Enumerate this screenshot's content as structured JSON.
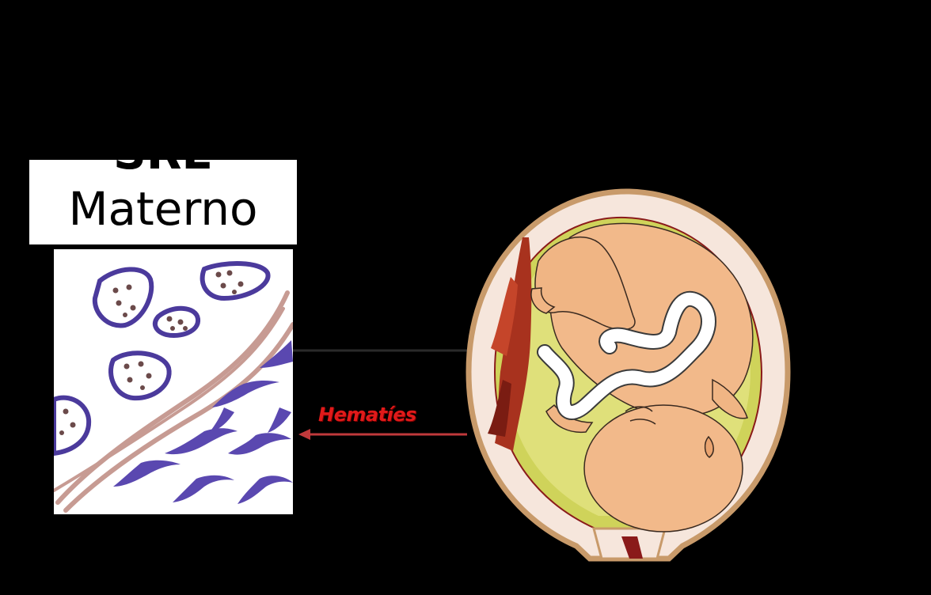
{
  "title": {
    "top_partial": "SRE",
    "main": "Materno"
  },
  "labels": {
    "rbc": "Hematíes"
  },
  "colors": {
    "background": "#000000",
    "cell_outline": "#4b3a9c",
    "cell_nucleus": "#6b4a4a",
    "fibroblast": "#5a48b0",
    "fiber": "#c79b93",
    "uterus_wall": "#f6e6dc",
    "uterus_outline": "#c89a6a",
    "amniotic_fluid": "#d8d96a",
    "fetus_skin": "#f2b98a",
    "umbilical_cord": "#ffffff",
    "placenta": "#a8321e",
    "rbc_arrow": "#c0393b",
    "connector_arrow": "#222222",
    "rbc_label": "#e01a1a"
  },
  "icons": [
    "arrow-left-icon",
    "arrow-right-icon"
  ]
}
